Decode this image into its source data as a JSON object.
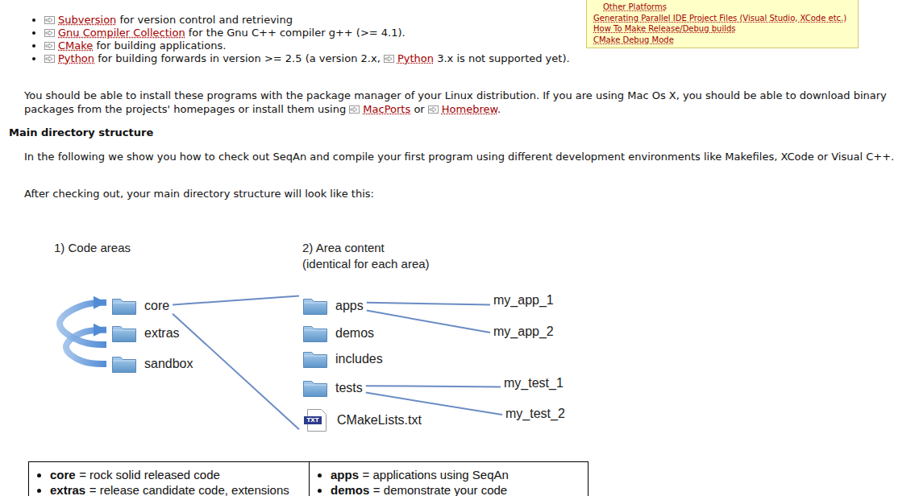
{
  "diagram": {
    "nodes": [
      {
        "text": [
          "Other Platforms",
          "Generating Parallel IDE Project Files (Visual Studio, XCode etc.)",
          "How To Make Release/Debug builds",
          "CMake Debug Mode"
        ]
      },
      {
        "text": [
          "core"
        ]
      },
      {
        "text": [
          "extras"
        ]
      },
      {
        "text": [
          "sandbox"
        ]
      },
      {
        "text": [
          "apps"
        ]
      },
      {
        "text": [
          "demos"
        ]
      },
      {
        "text": [
          "includes"
        ]
      },
      {
        "text": [
          "tests"
        ]
      },
      {
        "text": [
          "TXT",
          "CMakeLists.txt"
        ]
      },
      {
        "text": [
          "my_app_1"
        ]
      },
      {
        "text": [
          "my_app_2"
        ]
      },
      {
        "text": [
          "my_test_1"
        ]
      },
      {
        "text": [
          "my_test_2"
        ]
      }
    ],
    "edges": [
      {
        "from": 3,
        "to": 2,
        "arrow": "to"
      },
      {
        "from": 2,
        "to": 1,
        "arrow": "to"
      },
      {
        "from": 1,
        "to": 4,
        "arrow": "none"
      },
      {
        "from": 1,
        "to": 8,
        "arrow": "none"
      },
      {
        "from": 4,
        "to": 9,
        "arrow": "none"
      },
      {
        "from": 4,
        "to": 10,
        "arrow": "none"
      },
      {
        "from": 7,
        "to": 11,
        "arrow": "none"
      },
      {
        "from": 7,
        "to": 12,
        "arrow": "none"
      }
    ],
    "labels": [
      "Subversion",
      "for version control and retrieving",
      "Gnu Compiler Collection",
      "for the Gnu C++ compiler g++ (>= 4.1).",
      "CMake",
      "for building applications.",
      "Python",
      "for building forwards in version >= 2.5 (a version 2.x,",
      "Python",
      "3.x is not supported yet).",
      "You should be able to install these programs with the package manager of your Linux distribution. If you are using Mac Os X, you should be able to download binary packages from the projects' homepages or install them using",
      "MacPorts",
      "or",
      "Homebrew",
      ".",
      "Main directory structure",
      "In the following we show you how to check out SeqAn and compile your first program using different development environments like Makefiles, XCode or Visual C++.",
      "After checking out, your main directory structure will look like this:",
      "1) Code areas",
      "2) Area content",
      "(identical for each area)",
      "core",
      "= rock solid released code",
      "extras",
      "= release candidate code, extensions",
      "apps",
      "= applications using SeqAn",
      "demos",
      "= demonstrate your code"
    ]
  }
}
